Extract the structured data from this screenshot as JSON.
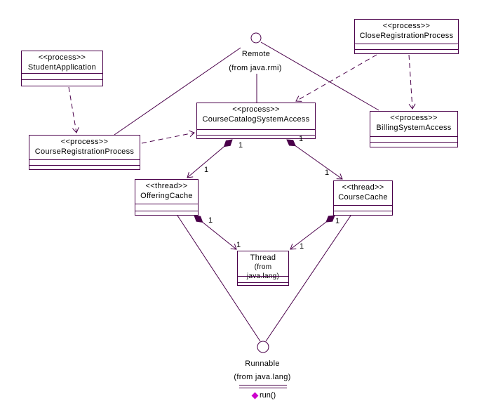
{
  "colors": {
    "line": "#4A004A",
    "text": "#000000",
    "operation_icon": "#CC00CC",
    "background": "#FFFFFF"
  },
  "interfaces": {
    "remote": {
      "name": "Remote",
      "package": "(from java.rmi)"
    },
    "runnable": {
      "name": "Runnable",
      "package": "(from java.lang)",
      "operation": "run()"
    }
  },
  "classes": {
    "student_application": {
      "stereotype": "<<process>>",
      "name": "StudentApplication"
    },
    "close_registration_process": {
      "stereotype": "<<process>>",
      "name": "CloseRegistrationProcess"
    },
    "course_catalog_system_access": {
      "stereotype": "<<process>>",
      "name": "CourseCatalogSystemAccess"
    },
    "billing_system_access": {
      "stereotype": "<<process>>",
      "name": "BillingSystemAccess"
    },
    "course_registration_process": {
      "stereotype": "<<process>>",
      "name": "CourseRegistrationProcess"
    },
    "offering_cache": {
      "stereotype": "<<thread>>",
      "name": "OfferingCache"
    },
    "course_cache": {
      "stereotype": "<<thread>>",
      "name": "CourseCache"
    },
    "thread": {
      "name": "Thread",
      "package": "(from java.lang)"
    }
  },
  "labels": {
    "multiplicity_one": "1"
  }
}
